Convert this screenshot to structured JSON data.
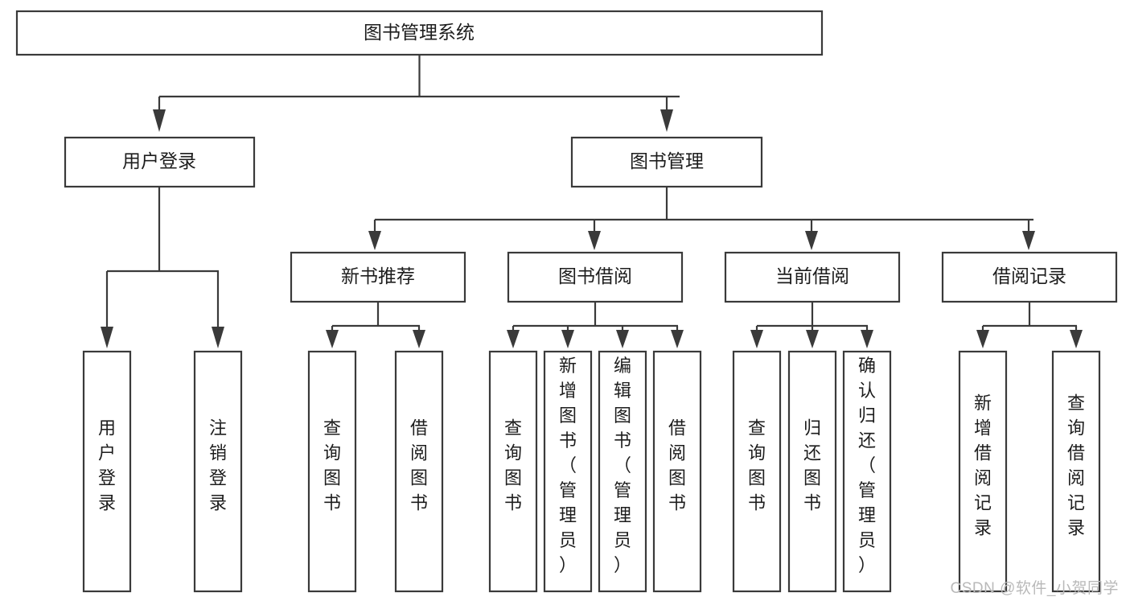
{
  "diagram": {
    "type": "tree",
    "title": "图书管理系统",
    "watermark": "CSDN @软件_小贺同学",
    "colors": {
      "stroke": "#3a3a3a",
      "fill": "#ffffff",
      "text": "#1d1d1d",
      "watermark": "#b9b9b9"
    },
    "levels": {
      "root": {
        "label": "图书管理系统"
      },
      "level2": [
        {
          "label": "用户登录"
        },
        {
          "label": "图书管理"
        }
      ],
      "level3": [
        {
          "label": "新书推荐"
        },
        {
          "label": "图书借阅"
        },
        {
          "label": "当前借阅"
        },
        {
          "label": "借阅记录"
        }
      ],
      "leaves": [
        {
          "label": "用户登录"
        },
        {
          "label": "注销登录"
        },
        {
          "label": "查询图书"
        },
        {
          "label": "借阅图书"
        },
        {
          "label": "查询图书"
        },
        {
          "label": "新增图书（管理员）"
        },
        {
          "label": "编辑图书（管理员）"
        },
        {
          "label": "借阅图书"
        },
        {
          "label": "查询图书"
        },
        {
          "label": "归还图书"
        },
        {
          "label": "确认归还（管理员）"
        },
        {
          "label": "新增借阅记录"
        },
        {
          "label": "查询借阅记录"
        }
      ]
    }
  }
}
